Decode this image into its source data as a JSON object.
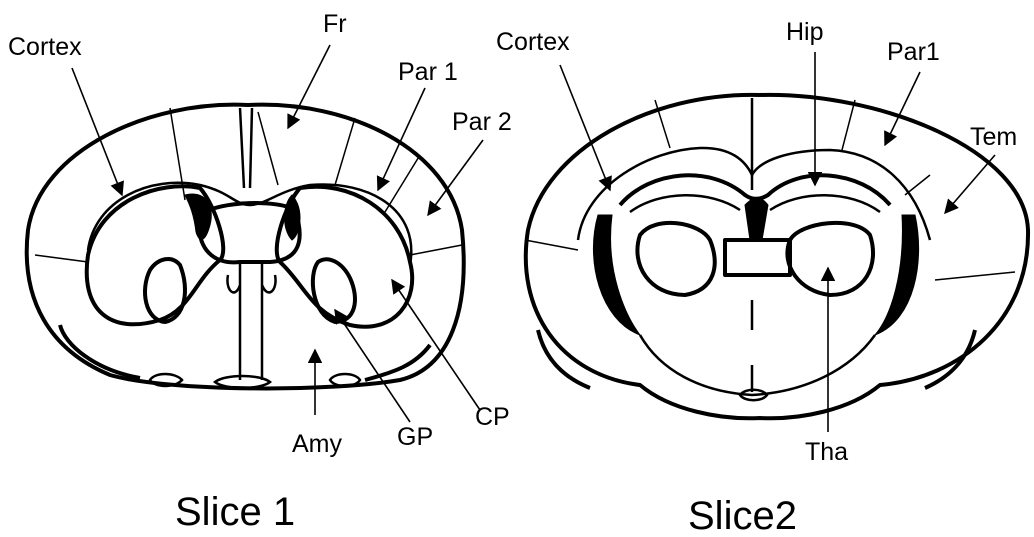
{
  "slice1": {
    "title": "Slice 1",
    "labels": {
      "cortex": "Cortex",
      "fr": "Fr",
      "par1": "Par 1",
      "par2": "Par 2",
      "cp": "CP",
      "gp": "GP",
      "amy": "Amy"
    }
  },
  "slice2": {
    "title": "Slice2",
    "labels": {
      "cortex": "Cortex",
      "hip": "Hip",
      "par1": "Par1",
      "tem": "Tem",
      "tha": "Tha"
    }
  }
}
